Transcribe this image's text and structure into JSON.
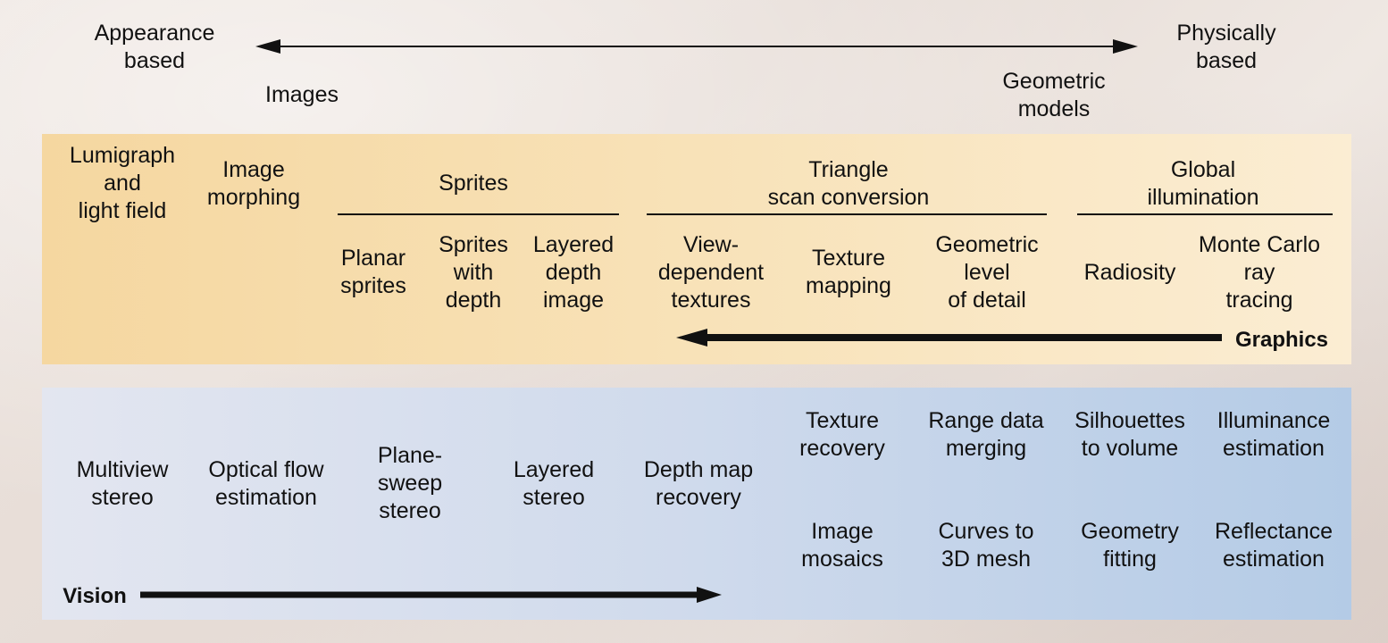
{
  "top_axis": {
    "left_label": "Appearance\nbased",
    "right_label": "Physically\nbased",
    "left_sub": "Images",
    "right_sub": "Geometric\nmodels"
  },
  "graphics": {
    "band_label": "Graphics",
    "lumigraph": "Lumigraph\nand\nlight field",
    "image_morphing": "Image\nmorphing",
    "sprites": {
      "heading": "Sprites",
      "items": [
        "Planar\nsprites",
        "Sprites\nwith\ndepth",
        "Layered\ndepth\nimage"
      ]
    },
    "triangle": {
      "heading": "Triangle\nscan conversion",
      "items": [
        "View-\ndependent\ntextures",
        "Texture\nmapping",
        "Geometric\nlevel\nof detail"
      ]
    },
    "global": {
      "heading": "Global\nillumination",
      "items": [
        "Radiosity",
        "Monte Carlo\nray\ntracing"
      ]
    }
  },
  "vision": {
    "band_label": "Vision",
    "left_items": [
      "Multiview\nstereo",
      "Optical flow\nestimation",
      "Plane-\nsweep\nstereo",
      "Layered\nstereo",
      "Depth map\nrecovery"
    ],
    "grid_top": [
      "Texture\nrecovery",
      "Range data\nmerging",
      "Silhouettes\nto volume",
      "Illuminance\nestimation"
    ],
    "grid_bottom": [
      "Image\nmosaics",
      "Curves to\n3D mesh",
      "Geometry\nfitting",
      "Reflectance\nestimation"
    ]
  },
  "colors": {
    "graphics_band": "#f5d7a0",
    "vision_band": "#b4cbe6",
    "arrow": "#111111"
  }
}
